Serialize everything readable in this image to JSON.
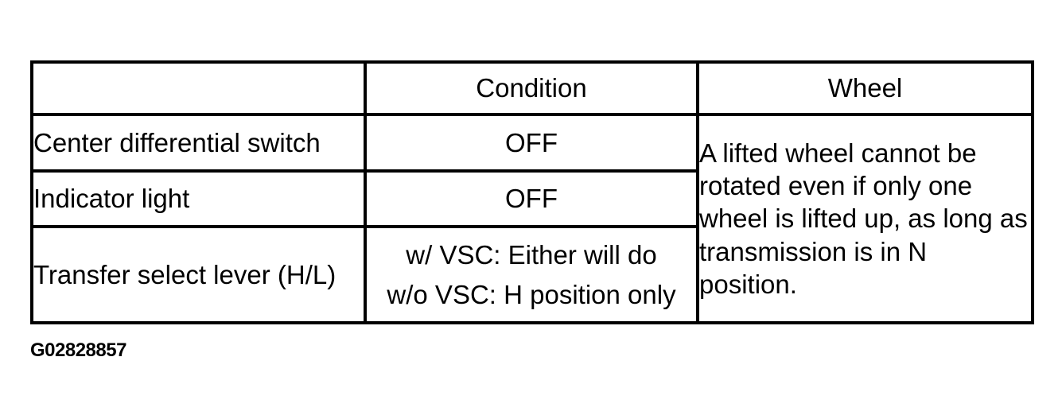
{
  "table": {
    "col_headers": {
      "col1": "",
      "col2": "Condition",
      "col3": "Wheel"
    },
    "rows": [
      {
        "label": "Center differential switch",
        "condition": "OFF"
      },
      {
        "label": "Indicator light",
        "condition": "OFF"
      },
      {
        "label": "Transfer select lever (H/L)",
        "condition_lines": [
          "w/ VSC: Either will do",
          "w/o VSC: H position only"
        ]
      }
    ],
    "wheel_note": "A lifted wheel cannot be rotated even if only one wheel is lifted up, as long as transmission is in N position."
  },
  "caption": "G02828857",
  "colors": {
    "border": "#000000",
    "text": "#000000",
    "background": "#ffffff"
  }
}
